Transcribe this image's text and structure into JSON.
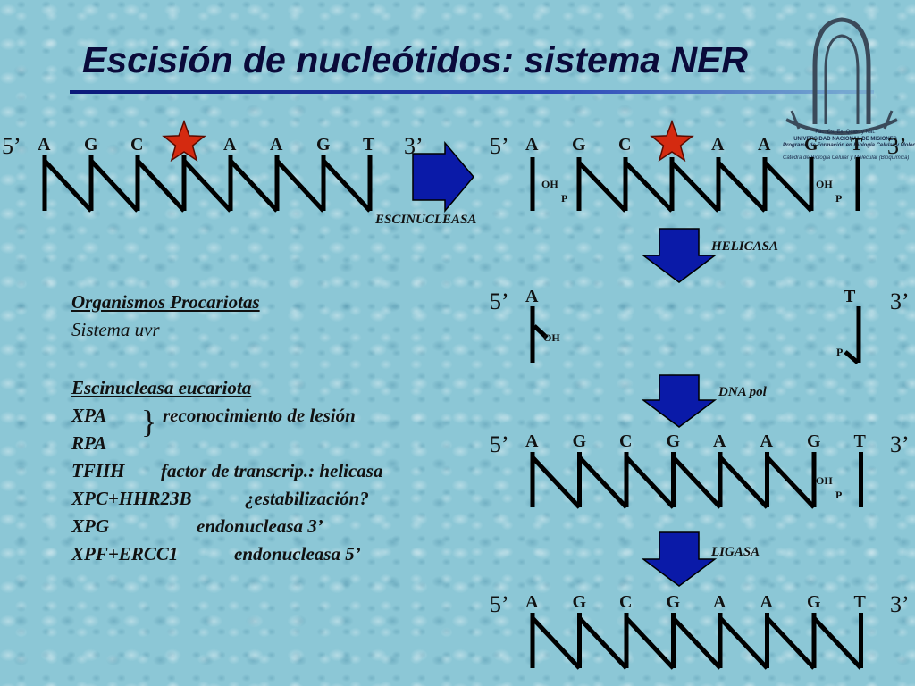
{
  "title": "Escisión de nucleótidos: sistema NER",
  "logo": {
    "line1": "Fac. Cs. Ex. Qcas. y Nat.",
    "line2": "UNIVERSIDAD NACIONAL DE MISIONES",
    "line3": "Programa de Formación en Biología Celular y Molecular",
    "line4": "Cátedra de Biología Celular y Molecular (Bioquímica)"
  },
  "strands": {
    "five_prime": "5’",
    "three_prime": "3’",
    "original": [
      "A",
      "G",
      "C",
      "",
      "A",
      "A",
      "G",
      "T"
    ],
    "incised": [
      "A",
      "G",
      "C",
      "",
      "A",
      "A",
      "G",
      "T"
    ],
    "excised": [
      "A",
      "T"
    ],
    "repaired": [
      "A",
      "G",
      "C",
      "G",
      "A",
      "A",
      "G",
      "T"
    ],
    "ligated": [
      "A",
      "G",
      "C",
      "G",
      "A",
      "A",
      "G",
      "T"
    ],
    "oh": "OH",
    "p": "P"
  },
  "enzymes": {
    "escinucleasa": "ESCINUCLEASA",
    "helicasa": "HELICASA",
    "dna_pol": "DNA pol",
    "ligasa": "LIGASA"
  },
  "colors": {
    "arrow": "#0a1aa8",
    "lesion_star": "#d42a10",
    "background": "#8cc7d6"
  },
  "notes": {
    "prok_heading": "Organismos Procariotas",
    "prok_system": "Sistema uvr",
    "euk_heading": "Escinucleasa eucariota",
    "rows": [
      {
        "name": "XPA",
        "desc": "reconocimiento de lesión"
      },
      {
        "name": "RPA",
        "desc": ""
      },
      {
        "name": "TFIIH",
        "desc": "factor de transcrip.: helicasa"
      },
      {
        "name": "XPC+HHR23B",
        "desc": "¿estabilización?"
      },
      {
        "name": "XPG",
        "desc": "endonucleasa 3’"
      },
      {
        "name": "XPF+ERCC1",
        "desc": "endonucleasa 5’"
      }
    ],
    "brace": "}"
  }
}
